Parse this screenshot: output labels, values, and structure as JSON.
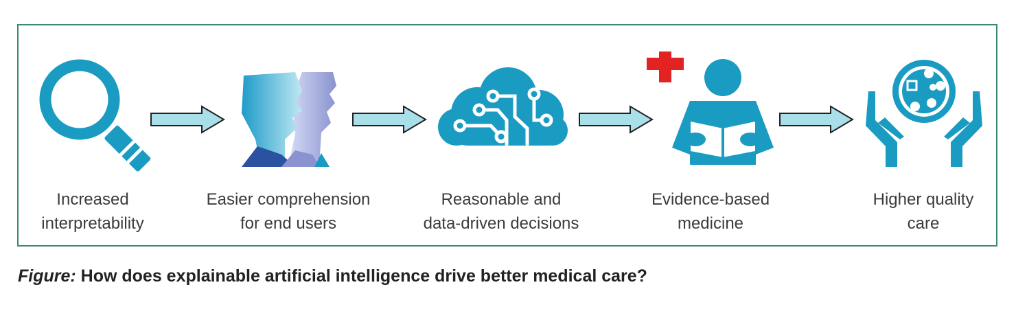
{
  "colors": {
    "frame": "#3a8a6e",
    "primary": "#1a9bc1",
    "arrow_fill": "#a9dfe9",
    "arrow_stroke": "#222222",
    "cross": "#e32222",
    "head_dark": "#2a52a0",
    "head_mid": "#8a92d0"
  },
  "steps": [
    {
      "icon": "magnifier-icon",
      "line1": "Increased",
      "line2": "interpretability"
    },
    {
      "icon": "human-heads-icon",
      "line1": "Easier comprehension",
      "line2": "for end users"
    },
    {
      "icon": "circuit-cloud-icon",
      "line1": "Reasonable and",
      "line2": "data-driven decisions"
    },
    {
      "icon": "doctor-reading-icon",
      "line1": "Evidence-based",
      "line2": "medicine"
    },
    {
      "icon": "hands-care-icon",
      "line1": "Higher quality",
      "line2": "care"
    }
  ],
  "caption": {
    "prefix": "Figure:",
    "text": " How does explainable artificial intelligence drive better medical care?"
  }
}
